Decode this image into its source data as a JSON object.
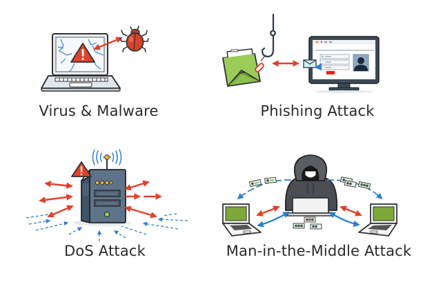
{
  "panels": [
    {
      "id": "virus-malware",
      "label": "Virus & Malware",
      "icons": [
        "laptop-icon",
        "warning-triangle-icon",
        "bug-icon",
        "double-arrow-icon"
      ]
    },
    {
      "id": "phishing-attack",
      "label": "Phishing Attack",
      "icons": [
        "envelope-icon",
        "fish-hook-icon",
        "double-arrow-icon",
        "monitor-icon",
        "login-form-icon",
        "user-avatar-icon"
      ]
    },
    {
      "id": "dos-attack",
      "label": "DoS Attack",
      "icons": [
        "server-icon",
        "warning-triangle-icon",
        "antenna-signal-icon",
        "traffic-arrows-icon"
      ]
    },
    {
      "id": "mitm-attack",
      "label": "Man-in-the-Middle Attack",
      "icons": [
        "hacker-icon",
        "laptop-icon",
        "data-packet-icon",
        "double-arrow-icon"
      ]
    }
  ],
  "colors": {
    "alert_red": "#e2412b",
    "link_blue": "#2f7fc8",
    "envelope_green": "#8cc04a",
    "screen_green": "#7fa83a",
    "server_gray": "#5f7388",
    "hoodie_gray": "#4a4d52",
    "text": "#2a2a2a"
  }
}
